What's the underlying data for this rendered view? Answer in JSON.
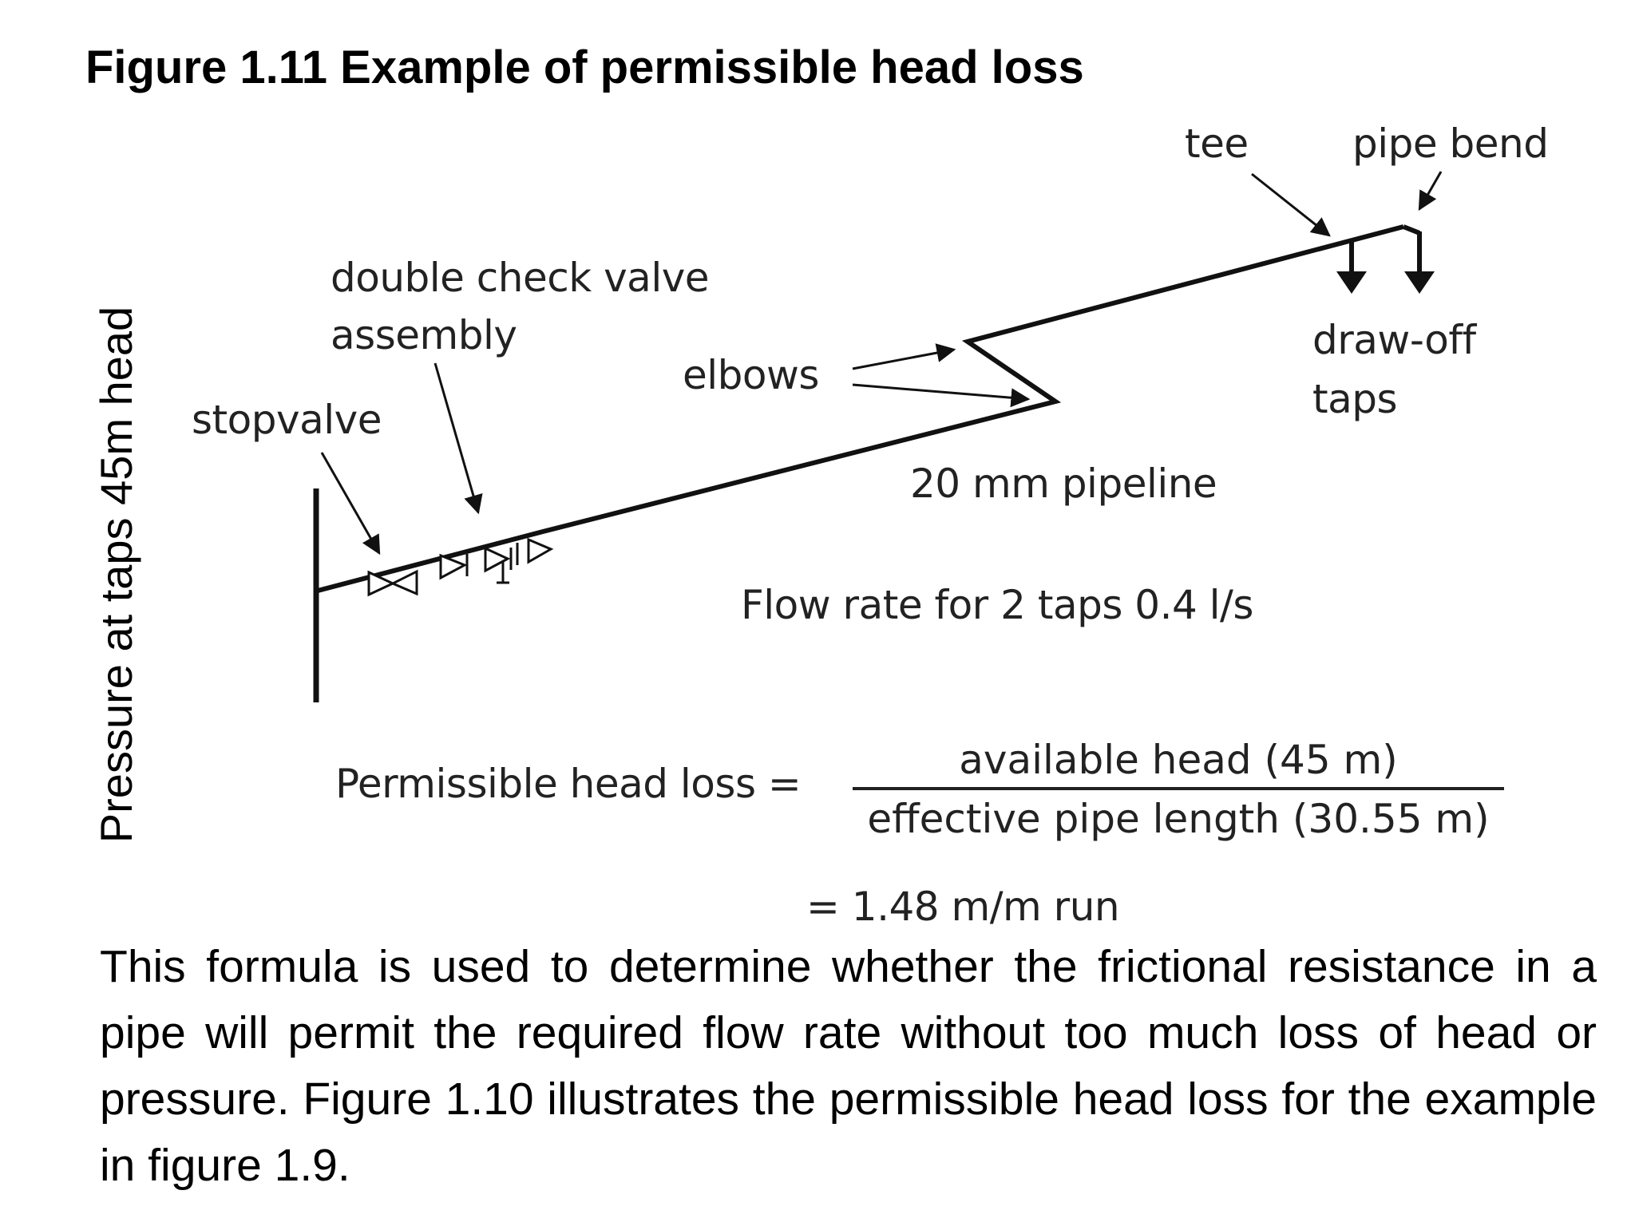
{
  "figure": {
    "title": "Figure 1.11 Example of permissible head loss",
    "side_label": "Pressure at taps 45m head"
  },
  "diagram_labels": {
    "tee": "tee",
    "pipe_bend": "pipe bend",
    "double_check_valve_line1": "double check valve",
    "double_check_valve_line2": "assembly",
    "elbows": "elbows",
    "stopvalve": "stopvalve",
    "draw_off_line1": "draw-off",
    "draw_off_line2": "taps",
    "pipeline": "20 mm pipeline",
    "flow_rate": "Flow rate for 2 taps 0.4 l/s"
  },
  "formula": {
    "label": "Permissible head loss =",
    "numerator": "available head (45 m)",
    "denominator": "effective pipe length (30.55 m)",
    "result": "= 1.48 m/m run"
  },
  "paragraph": "This formula is used to determine whether the frictional resistance in a pipe will permit the required flow rate without too much loss of head or pressure. Figure 1.10 illustrates the permissible head loss for the example in figure 1.9."
}
